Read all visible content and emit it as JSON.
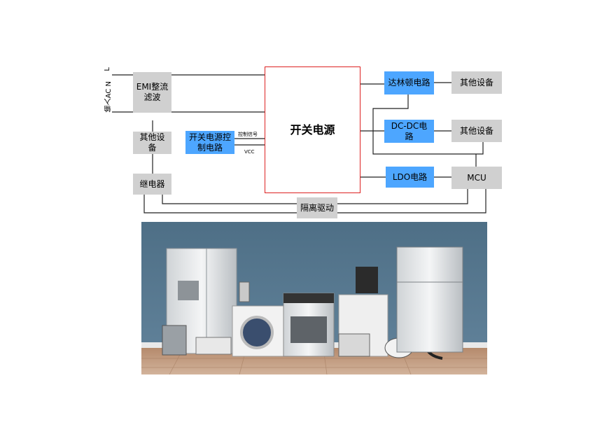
{
  "diagram": {
    "ac_input_label": "输入AC N",
    "ac_top_mark": "L",
    "emi": "EMI整流滤波",
    "other_left": "其他设备",
    "relay": "继电器",
    "switch_ctrl": "开关电源控制电路",
    "ctrl_signal": "控制信号",
    "vcc": "VCC",
    "smps": "开关电源",
    "darlington": "达林顿电路",
    "dcdc": "DC-DC电路",
    "ldo": "LDO电路",
    "other_top_right": "其他设备",
    "other_mid_right": "其他设备",
    "mcu": "MCU",
    "isolation": "隔离驱动",
    "colors": {
      "blue_box": "#4da6ff",
      "gray_box": "#d0d0d0",
      "main_border": "#d22222"
    }
  },
  "photo": {
    "subject": "household-appliances-photo"
  }
}
